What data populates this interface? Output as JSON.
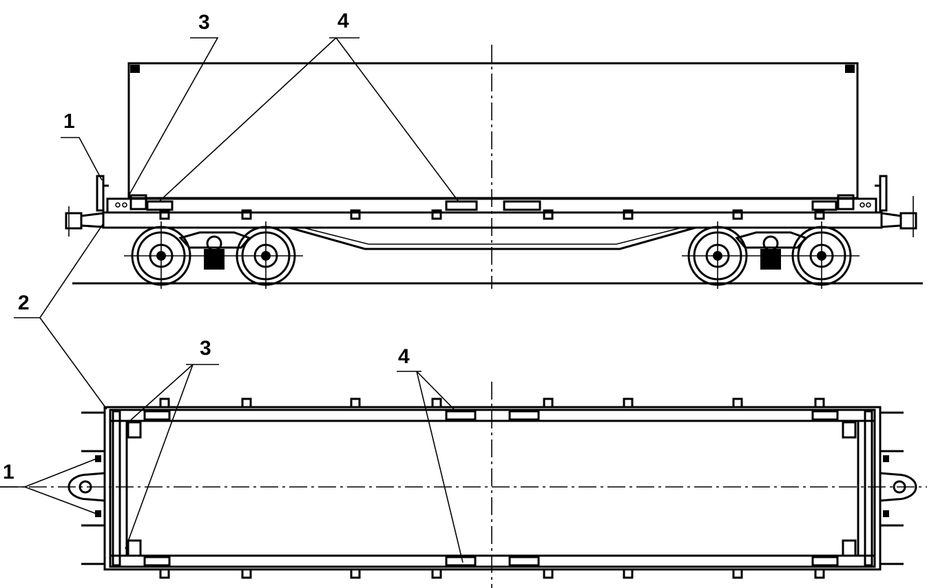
{
  "callouts": {
    "side_view": {
      "c1": "1",
      "c2": "2",
      "c3": "3",
      "c4": "4"
    },
    "top_view": {
      "c1": "1",
      "c3": "3",
      "c4": "4"
    }
  },
  "colors": {
    "line": "#000000",
    "background": "#ffffff"
  }
}
